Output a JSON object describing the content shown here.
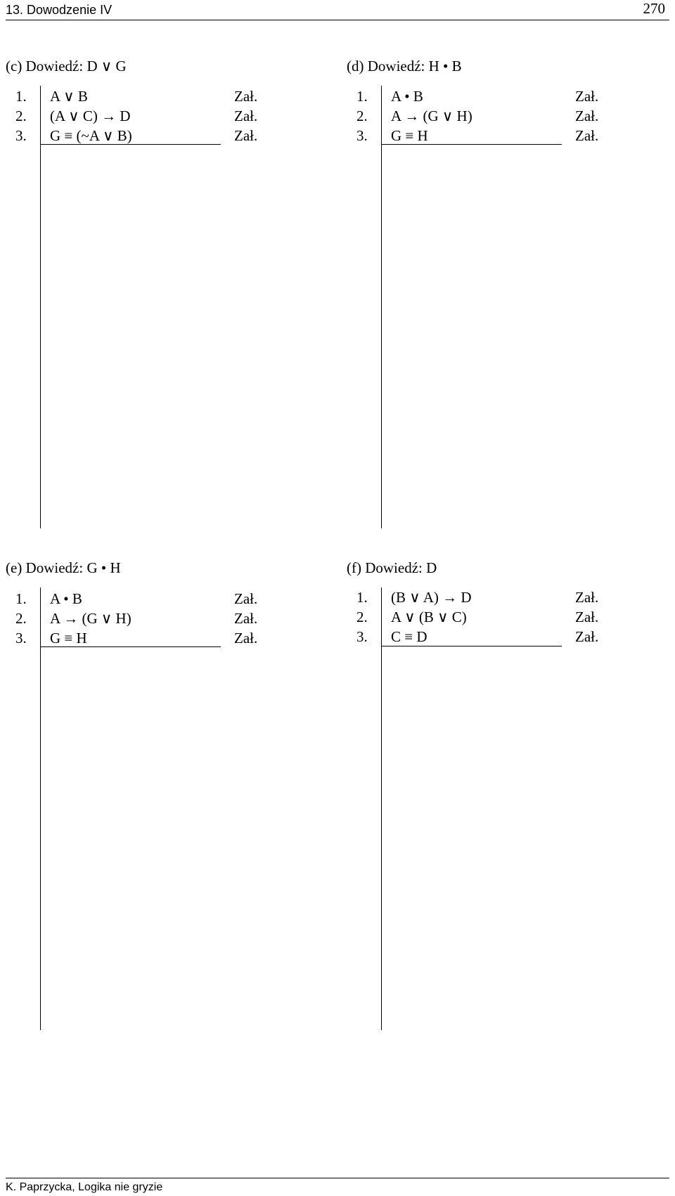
{
  "header": {
    "section_title": "13. Dowodzenie IV",
    "page_number": "270"
  },
  "exercises": [
    {
      "title": "(c) Dowiedź: D ∨ G",
      "lines": [
        {
          "number": "1.",
          "formula": "A ∨ B",
          "justification": "Zał."
        },
        {
          "number": "2.",
          "formula": "(A ∨ C) → D",
          "justification": "Zał."
        },
        {
          "number": "3.",
          "formula": "G ≡ (~A ∨ B)",
          "justification": "Zał."
        }
      ]
    },
    {
      "title": "(d) Dowiedź: H • B",
      "lines": [
        {
          "number": "1.",
          "formula": "A • B",
          "justification": "Zał."
        },
        {
          "number": "2.",
          "formula": "A → (G ∨ H)",
          "justification": "Zał."
        },
        {
          "number": "3.",
          "formula": "G ≡ H",
          "justification": "Zał."
        }
      ]
    },
    {
      "title": "(e) Dowiedź: G • H",
      "lines": [
        {
          "number": "1.",
          "formula": "A • B",
          "justification": "Zał."
        },
        {
          "number": "2.",
          "formula": "A → (G ∨ H)",
          "justification": "Zał."
        },
        {
          "number": "3.",
          "formula": "G ≡ H",
          "justification": "Zał."
        }
      ]
    },
    {
      "title": "(f) Dowiedź: D",
      "lines": [
        {
          "number": "1.",
          "formula": "(B ∨ A) → D",
          "justification": "Zał."
        },
        {
          "number": "2.",
          "formula": "A ∨ (B ∨ C)",
          "justification": "Zał."
        },
        {
          "number": "3.",
          "formula": "C ≡ D",
          "justification": "Zał."
        }
      ]
    }
  ],
  "footer": {
    "text": "K. Paprzycka, Logika nie gryzie"
  }
}
